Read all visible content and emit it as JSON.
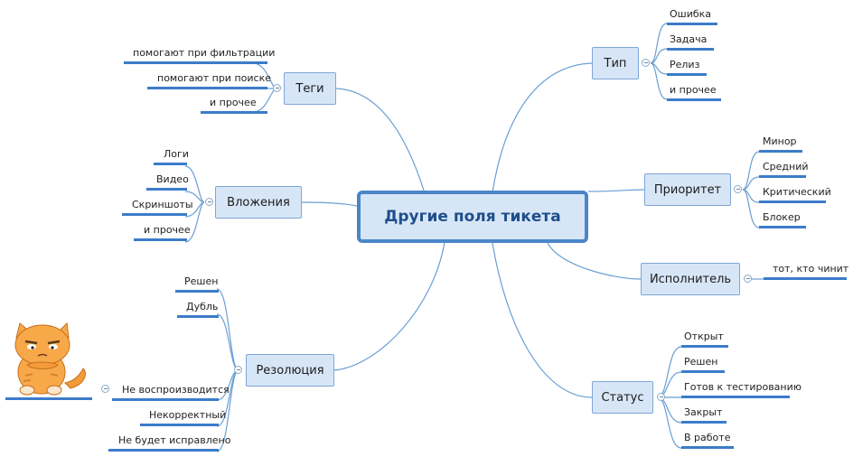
{
  "root": {
    "label": "Другие поля тикета"
  },
  "branches": {
    "tags": {
      "label": "Теги",
      "items": [
        "помогают при фильтрации",
        "помогают при поиске",
        "и прочее"
      ]
    },
    "attachments": {
      "label": "Вложения",
      "items": [
        "Логи",
        "Видео",
        "Скриншоты",
        "и прочее"
      ]
    },
    "resolution": {
      "label": "Резолюция",
      "items": [
        "Решен",
        "Дубль",
        "Не воспроизводится",
        "Некорректный",
        "Не будет исправлено"
      ]
    },
    "type": {
      "label": "Тип",
      "items": [
        "Ошибка",
        "Задача",
        "Релиз",
        "и прочее"
      ]
    },
    "priority": {
      "label": "Приоритет",
      "items": [
        "Минор",
        "Средний",
        "Критический",
        "Блокер"
      ]
    },
    "assignee": {
      "label": "Исполнитель",
      "items": [
        "тот, кто чинит"
      ]
    },
    "status": {
      "label": "Статус",
      "items": [
        "Открыт",
        "Решен",
        "Готов к тестированию",
        "Закрыт",
        "В работе"
      ]
    }
  },
  "colors": {
    "node_fill": "#d7e6f7",
    "root_border": "#4a86c8",
    "link": "#6a9fd4",
    "underline": "#3b7cc9"
  },
  "sticker": {
    "icon": "grumpy-cat-sticker"
  }
}
